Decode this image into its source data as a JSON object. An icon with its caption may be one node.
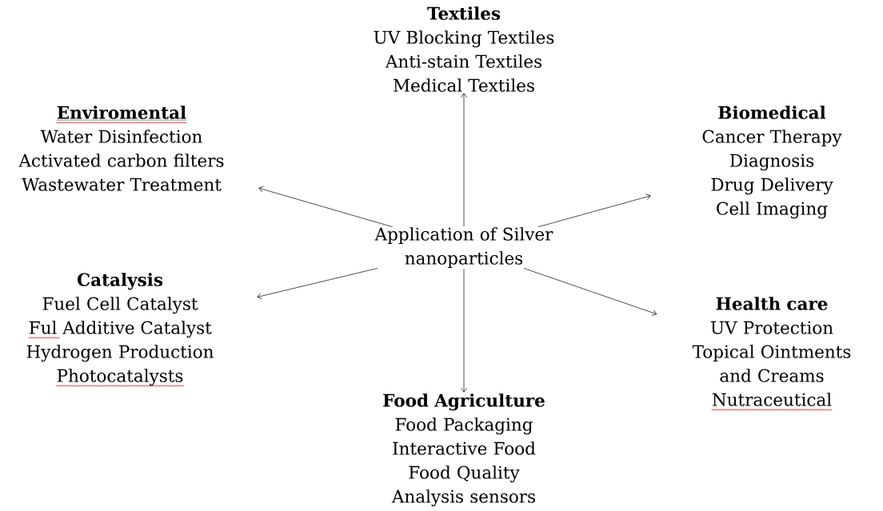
{
  "diagram": {
    "nodes": [
      {
        "text": [
          "Textiles",
          "UV Blocking Textiles",
          "Anti-stain Textiles",
          "Medical Textiles"
        ]
      },
      {
        "text": [
          "Enviromental",
          "Water Disinfection",
          "Activated carbon filters",
          "Wastewater Treatment"
        ]
      },
      {
        "text": [
          "Biomedical",
          "Cancer Therapy",
          "Diagnosis",
          "Drug Delivery",
          "Cell Imaging"
        ]
      },
      {
        "text": [
          "Application of Silver nanoparticles"
        ]
      },
      {
        "text": [
          "Catalysis",
          "Fuel Cell Catalyst",
          "Ful Additive Catalyst",
          "Hydrogen Production",
          "Photocatalysts"
        ]
      },
      {
        "text": [
          "Health care",
          "UV Protection",
          "Topical Ointments and Creams",
          "Nutraceutical"
        ]
      },
      {
        "text": [
          "Food Agriculture",
          "Food Packaging",
          "Interactive Food",
          "Food Quality Analysis sensors"
        ]
      }
    ],
    "edges": [
      {
        "from": 3,
        "to": 0,
        "arrow": "to"
      },
      {
        "from": 3,
        "to": 1,
        "arrow": "to"
      },
      {
        "from": 3,
        "to": 2,
        "arrow": "to"
      },
      {
        "from": 3,
        "to": 4,
        "arrow": "to"
      },
      {
        "from": 3,
        "to": 5,
        "arrow": "to"
      },
      {
        "from": 3,
        "to": 6,
        "arrow": "to"
      }
    ]
  }
}
